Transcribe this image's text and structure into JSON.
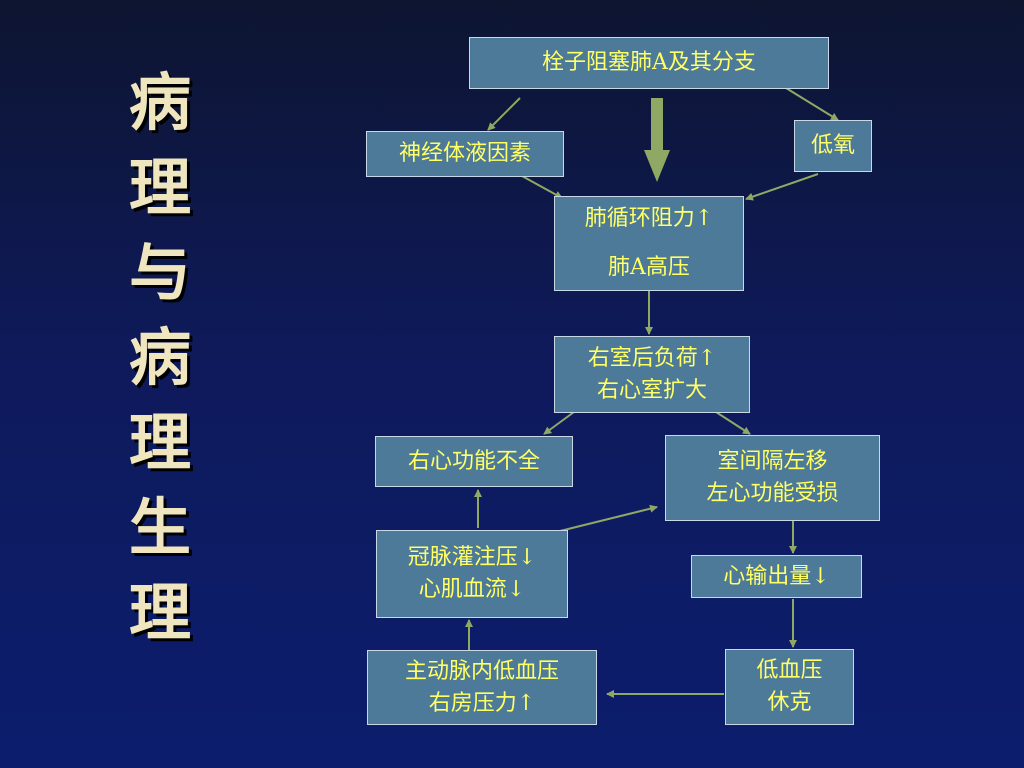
{
  "title": [
    "病",
    "理",
    "与",
    "病",
    "理",
    "生",
    "理"
  ],
  "nodes": {
    "embolism": {
      "lines": [
        "栓子阻塞肺A及其分支"
      ]
    },
    "neurohumoral": {
      "lines": [
        "神经体液因素"
      ]
    },
    "hypoxia": {
      "lines": [
        "低氧"
      ]
    },
    "pulm_resistance": {
      "lines": [
        "肺循环阻力↑",
        "肺A高压"
      ]
    },
    "rv_afterload": {
      "lines": [
        "右室后负荷↑",
        "右心室扩大"
      ]
    },
    "rv_failure": {
      "lines": [
        "右心功能不全"
      ]
    },
    "septum_shift": {
      "lines": [
        "室间隔左移",
        "左心功能受损"
      ]
    },
    "coronary": {
      "lines": [
        "冠脉灌注压↓",
        "心肌血流↓"
      ]
    },
    "cardiac_output": {
      "lines": [
        "心输出量↓"
      ]
    },
    "aortic_low": {
      "lines": [
        "主动脉内低血压",
        "右房压力↑"
      ]
    },
    "shock": {
      "lines": [
        "低血压",
        "休克"
      ]
    }
  },
  "colors": {
    "box_fill": "#4e7a9a",
    "box_text": "#ffff66",
    "arrow": "#8fa864",
    "title_text": "#efe6c0"
  }
}
